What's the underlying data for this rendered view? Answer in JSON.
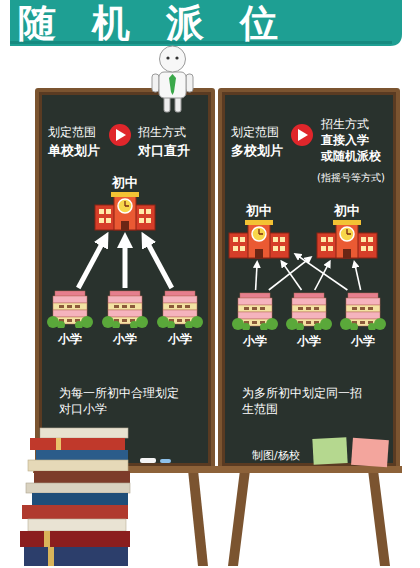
{
  "diagram": {
    "title": "随机派位",
    "nodes": [
      {
        "text": [
          "划定范围",
          "单校划片",
          "招生方式",
          "对口直升",
          "为每一所初中合理划定 对口小学"
        ]
      },
      {
        "text": [
          "初中"
        ],
        "in": 0
      },
      {
        "text": [
          "小学"
        ],
        "in": 0
      },
      {
        "text": [
          "小学"
        ],
        "in": 0
      },
      {
        "text": [
          "小学"
        ],
        "in": 0
      },
      {
        "text": [
          "划定范围",
          "多校划片",
          "招生方式",
          "直接入学 或随机派校",
          "(指摇号等方式)",
          "为多所初中划定同一招 生范围"
        ]
      },
      {
        "text": [
          "初中"
        ],
        "in": 5
      },
      {
        "text": [
          "初中"
        ],
        "in": 5
      },
      {
        "text": [
          "小学"
        ],
        "in": 5
      },
      {
        "text": [
          "小学"
        ],
        "in": 5
      },
      {
        "text": [
          "小学"
        ],
        "in": 5
      }
    ],
    "edges": [
      {
        "from": 2,
        "to": 1,
        "arrow": "to"
      },
      {
        "from": 3,
        "to": 1,
        "arrow": "to"
      },
      {
        "from": 4,
        "to": 1,
        "arrow": "to"
      },
      {
        "from": 8,
        "to": 6,
        "arrow": "to"
      },
      {
        "from": 8,
        "to": 7,
        "arrow": "to"
      },
      {
        "from": 9,
        "to": 6,
        "arrow": "to"
      },
      {
        "from": 9,
        "to": 7,
        "arrow": "to"
      },
      {
        "from": 10,
        "to": 6,
        "arrow": "to"
      },
      {
        "from": 10,
        "to": 7,
        "arrow": "to"
      }
    ],
    "labels": [
      "制图/杨校"
    ]
  }
}
